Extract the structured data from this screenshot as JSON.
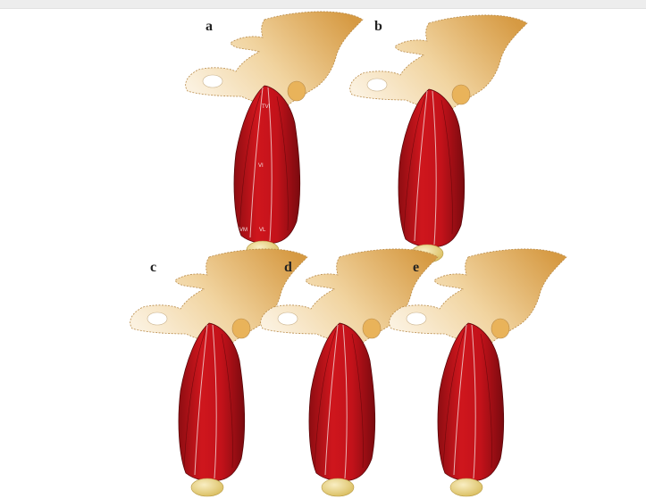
{
  "figure": {
    "panels": [
      {
        "id": "a",
        "label": "a",
        "annotations": [
          "TVI",
          "VI",
          "VM",
          "VL"
        ]
      },
      {
        "id": "b",
        "label": "b",
        "annotations": []
      },
      {
        "id": "c",
        "label": "c",
        "annotations": []
      },
      {
        "id": "d",
        "label": "d",
        "annotations": []
      },
      {
        "id": "e",
        "label": "e",
        "annotations": []
      }
    ]
  },
  "colors": {
    "bone_light": "#f3ddb6",
    "bone_dark": "#d9a44e",
    "muscle": "#c8141b",
    "muscle_dark": "#7c0b10",
    "patella": "#ebd88f",
    "background": "#ffffff"
  }
}
